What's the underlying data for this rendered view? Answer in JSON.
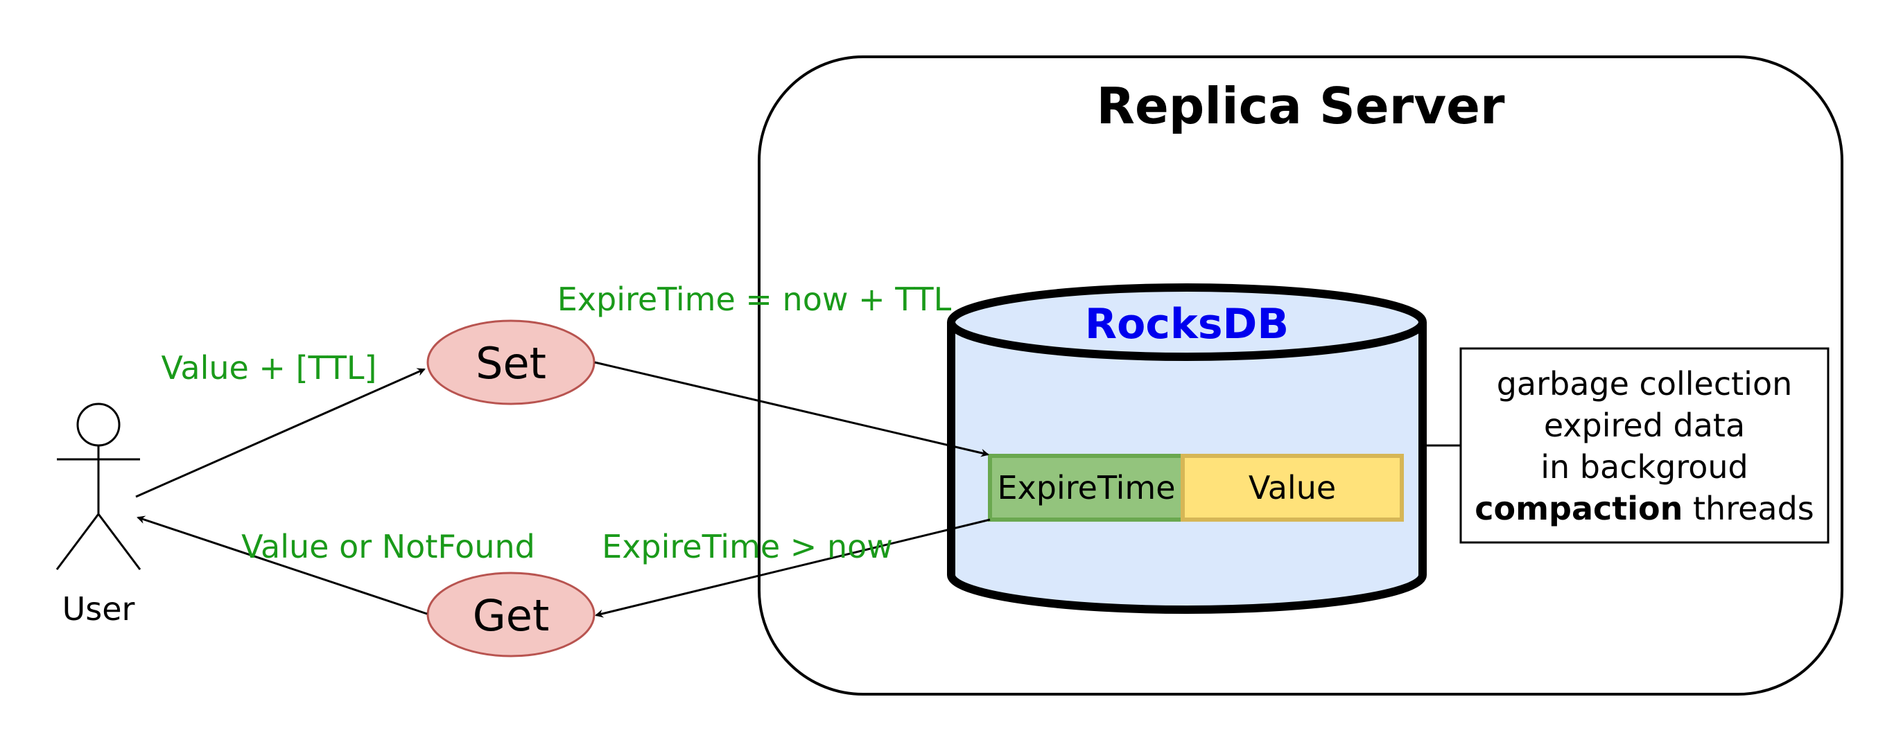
{
  "server": {
    "title": "Replica Server"
  },
  "db": {
    "title": "RocksDB",
    "title_color": "#0000ee",
    "fill": "#dae8fc"
  },
  "record": {
    "field1": "ExpireTime",
    "field1_fill": "#93c47d",
    "field1_stroke": "#6aa84f",
    "field2": "Value",
    "field2_fill": "#ffe27a",
    "field2_stroke": "#d6b656"
  },
  "actor": {
    "label": "User"
  },
  "ops": {
    "set": "Set",
    "get": "Get",
    "ellipse_fill": "#f4c7c3",
    "ellipse_stroke": "#b85450"
  },
  "edges": {
    "user_to_set": "Value + [TTL]",
    "set_to_db": "ExpireTime = now + TTL",
    "db_to_get": "ExpireTime > now",
    "get_to_user": "Value or NotFound",
    "label_color": "#1a9a1a"
  },
  "note": {
    "line1": "garbage collection",
    "line2": "expired data",
    "line3": "in backgroud",
    "line4_bold": "compaction",
    "line4_rest": " threads"
  }
}
